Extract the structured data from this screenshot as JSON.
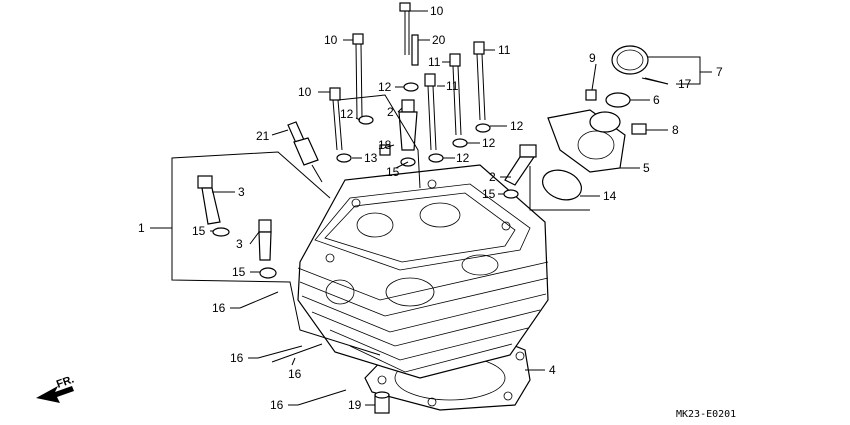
{
  "diagram": {
    "callouts": [
      {
        "id": "c-10a",
        "text": "10"
      },
      {
        "id": "c-20",
        "text": "20"
      },
      {
        "id": "c-10b",
        "text": "10"
      },
      {
        "id": "c-11a",
        "text": "11"
      },
      {
        "id": "c-11b",
        "text": "11"
      },
      {
        "id": "c-12a",
        "text": "12"
      },
      {
        "id": "c-10c",
        "text": "10"
      },
      {
        "id": "c-11c",
        "text": "11"
      },
      {
        "id": "c-2a",
        "text": "2"
      },
      {
        "id": "c-12b",
        "text": "12"
      },
      {
        "id": "c-12c",
        "text": "12"
      },
      {
        "id": "c-21",
        "text": "21"
      },
      {
        "id": "c-18",
        "text": "18"
      },
      {
        "id": "c-13",
        "text": "13"
      },
      {
        "id": "c-12d",
        "text": "12"
      },
      {
        "id": "c-12e",
        "text": "12"
      },
      {
        "id": "c-15a",
        "text": "15"
      },
      {
        "id": "c-3a",
        "text": "3"
      },
      {
        "id": "c-15b",
        "text": "15"
      },
      {
        "id": "c-1",
        "text": "1"
      },
      {
        "id": "c-3b",
        "text": "3"
      },
      {
        "id": "c-15c",
        "text": "15"
      },
      {
        "id": "c-9",
        "text": "9"
      },
      {
        "id": "c-17",
        "text": "17"
      },
      {
        "id": "c-7",
        "text": "7"
      },
      {
        "id": "c-6",
        "text": "6"
      },
      {
        "id": "c-8",
        "text": "8"
      },
      {
        "id": "c-5",
        "text": "5"
      },
      {
        "id": "c-2b",
        "text": "2"
      },
      {
        "id": "c-15d",
        "text": "15"
      },
      {
        "id": "c-14",
        "text": "14"
      },
      {
        "id": "c-16a",
        "text": "16"
      },
      {
        "id": "c-16b",
        "text": "16"
      },
      {
        "id": "c-16c",
        "text": "16"
      },
      {
        "id": "c-16d",
        "text": "16"
      },
      {
        "id": "c-4",
        "text": "4"
      },
      {
        "id": "c-19",
        "text": "19"
      }
    ],
    "direction_label": "FR.",
    "drawing_code": "MK23-E0201"
  }
}
